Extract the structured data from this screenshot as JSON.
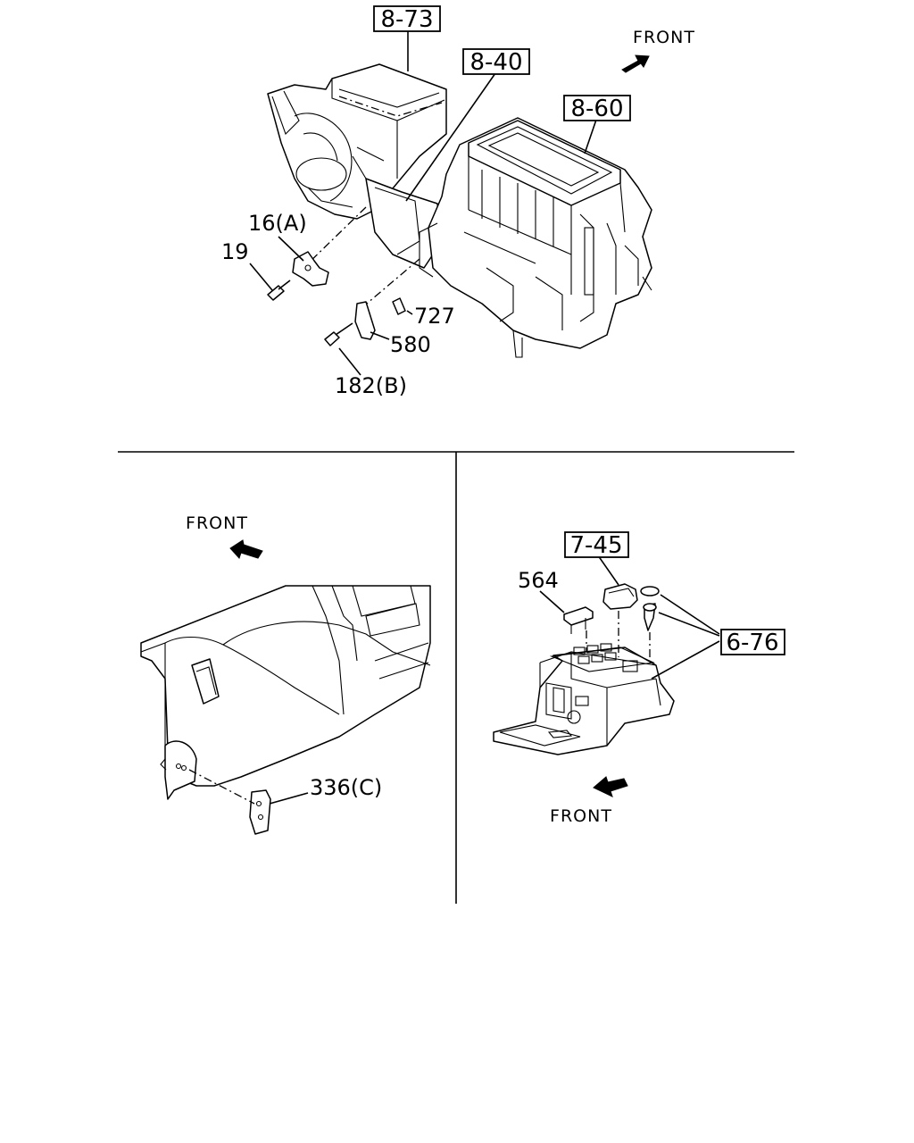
{
  "diagram": {
    "section_refs": [
      "8-73",
      "8-40",
      "8-60",
      "7-45",
      "6-76"
    ],
    "part_callouts": [
      "16(A)",
      "19",
      "727",
      "580",
      "182(B)",
      "336(C)",
      "564"
    ],
    "front_labels": [
      "FRONT",
      "FRONT",
      "FRONT"
    ],
    "arrow_icon": "front-direction-arrow-icon"
  }
}
